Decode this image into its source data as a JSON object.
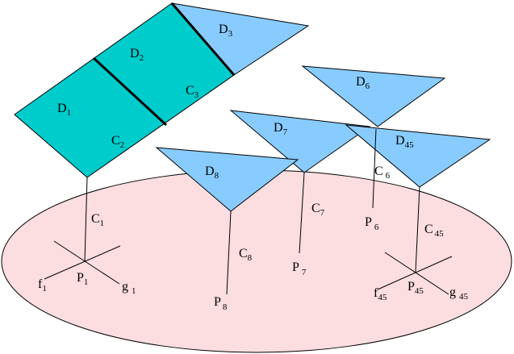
{
  "colors": {
    "ellipse_fill": "#fcdde0",
    "teal_fill": "#00cccc",
    "blue_fill": "#88ccff",
    "stroke": "#000000"
  },
  "labels": {
    "D1": {
      "base": "D",
      "sub": "1"
    },
    "D2": {
      "base": "D",
      "sub": "2"
    },
    "D3": {
      "base": "D",
      "sub": "3"
    },
    "C1": {
      "base": "C",
      "sub": "1"
    },
    "C2": {
      "base": "C",
      "sub": "2"
    },
    "C3": {
      "base": "C",
      "sub": "3"
    },
    "D6": {
      "base": "D",
      "sub": "6"
    },
    "D7": {
      "base": "D",
      "sub": "7"
    },
    "D8": {
      "base": "D",
      "sub": "8"
    },
    "D45": {
      "base": "D",
      "sub": "45"
    },
    "C6": {
      "base": "C",
      "sub": "6"
    },
    "C7": {
      "base": "C",
      "sub": "7"
    },
    "C8": {
      "base": "C",
      "sub": "8"
    },
    "C45": {
      "base": "C",
      "sub": "45"
    },
    "P1": {
      "base": "P",
      "sub": "1"
    },
    "P6": {
      "base": "P",
      "sub": "6"
    },
    "P7": {
      "base": "P",
      "sub": "7"
    },
    "P8": {
      "base": "P",
      "sub": "8"
    },
    "P45": {
      "base": "P",
      "sub": "45"
    },
    "f1": {
      "base": "f",
      "sub": "1"
    },
    "g1": {
      "base": "g",
      "sub": "1"
    },
    "f45": {
      "base": "f",
      "sub": "45"
    },
    "g45": {
      "base": "g",
      "sub": "45"
    }
  }
}
